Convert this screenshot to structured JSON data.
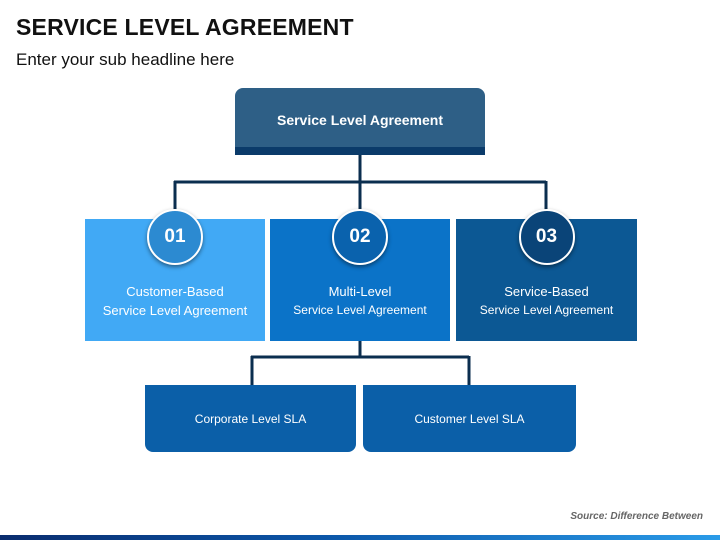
{
  "header": {
    "title": "SERVICE LEVEL AGREEMENT",
    "subtitle": "Enter your sub headline here"
  },
  "root": {
    "label": "Service Level Agreement"
  },
  "types": [
    {
      "number": "01",
      "line1": "Customer-Based",
      "line2": "Service Level Agreement",
      "color": "#41a9f5"
    },
    {
      "number": "02",
      "line1": "Multi-Level",
      "line2": "Service Level Agreement",
      "color": "#0b73c8"
    },
    {
      "number": "03",
      "line1": "Service-Based",
      "line2": "Service Level Agreement",
      "color": "#0c5894"
    }
  ],
  "multilevel_children": [
    {
      "label": "Corporate Level SLA"
    },
    {
      "label": "Customer Level SLA"
    }
  ],
  "source": "Source: Difference Between",
  "colors": {
    "root_fill": "#2e5f86",
    "connector": "#0b2e4f",
    "leaf_fill": "#0b5fa8"
  }
}
